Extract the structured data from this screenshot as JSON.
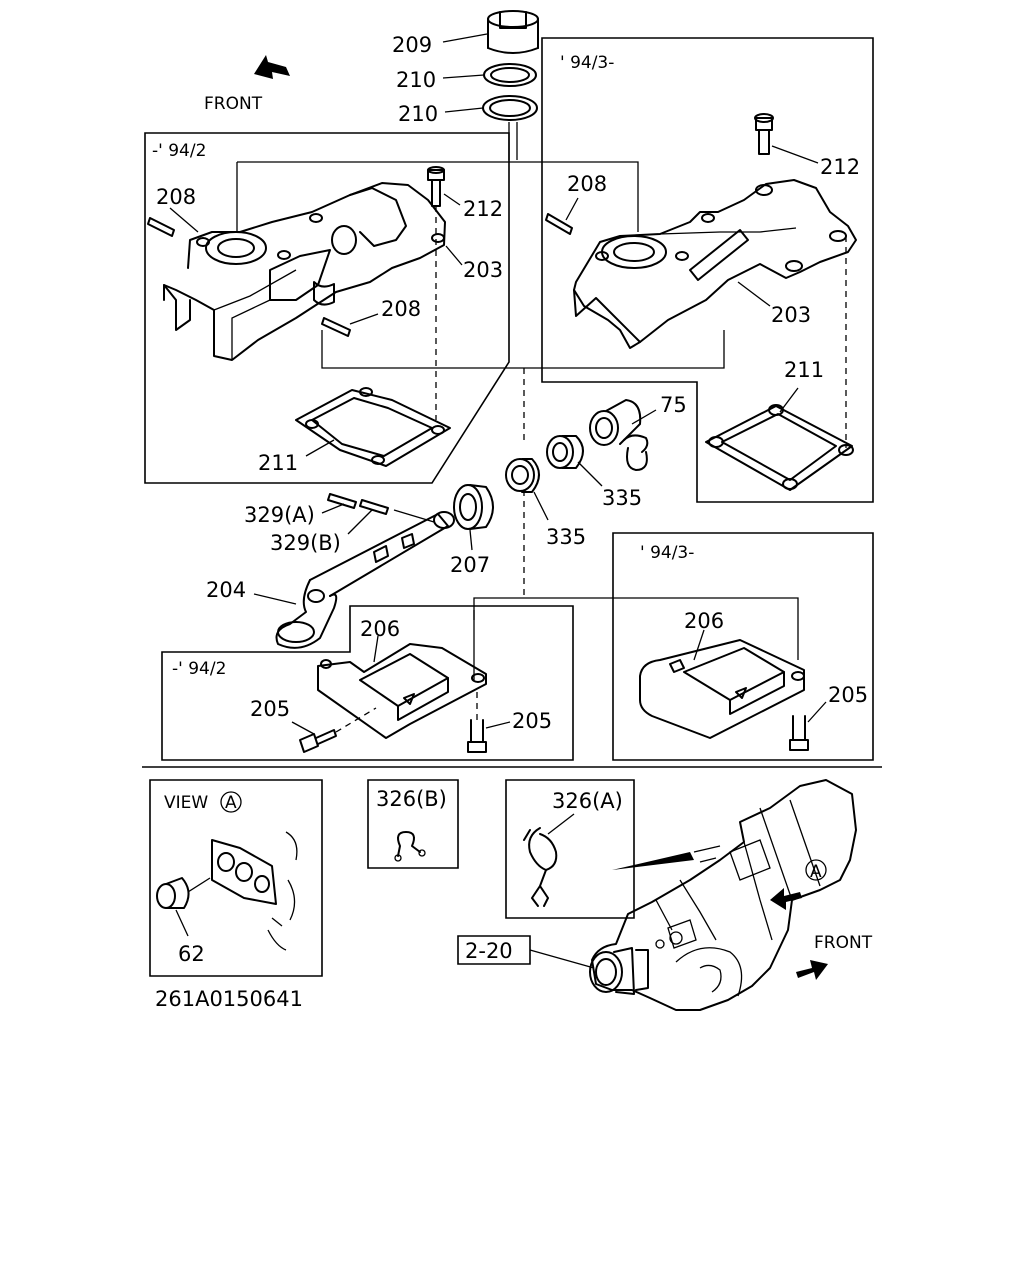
{
  "front_label": "FRONT",
  "top_right_box": {
    "date": "' 94/3-"
  },
  "top_left_box": {
    "date": "-' 94/2"
  },
  "bottom_left_box": {
    "date": "-' 94/2"
  },
  "bottom_right_box": {
    "date": "' 94/3-"
  },
  "callouts": {
    "p209": "209",
    "p210a": "210",
    "p210b": "210",
    "p208_left_top": "208",
    "p212_left": "212",
    "p203_left": "203",
    "p208_left_mid": "208",
    "p211_left": "211",
    "p208_right": "208",
    "p212_right": "212",
    "p203_right": "203",
    "p211_right": "211",
    "p75": "75",
    "p335_a": "335",
    "p335_b": "335",
    "p207": "207",
    "p329a": "329(A)",
    "p329b": "329(B)",
    "p204": "204",
    "p206_left": "206",
    "p205_left_a": "205",
    "p205_left_b": "205",
    "p206_right": "206",
    "p205_right": "205"
  },
  "view_a_box": {
    "title": "VIEW",
    "circle_letter": "A",
    "part": "62"
  },
  "clip_b_box": {
    "label": "326(B)"
  },
  "clip_a_box": {
    "label": "326(A)"
  },
  "assembly": {
    "ref_box": "2-20",
    "front_label": "FRONT",
    "view_marker": "A"
  },
  "drawing_number": "261A0150641",
  "icons": [
    "front-arrow-icon",
    "view-arrow-icon"
  ]
}
